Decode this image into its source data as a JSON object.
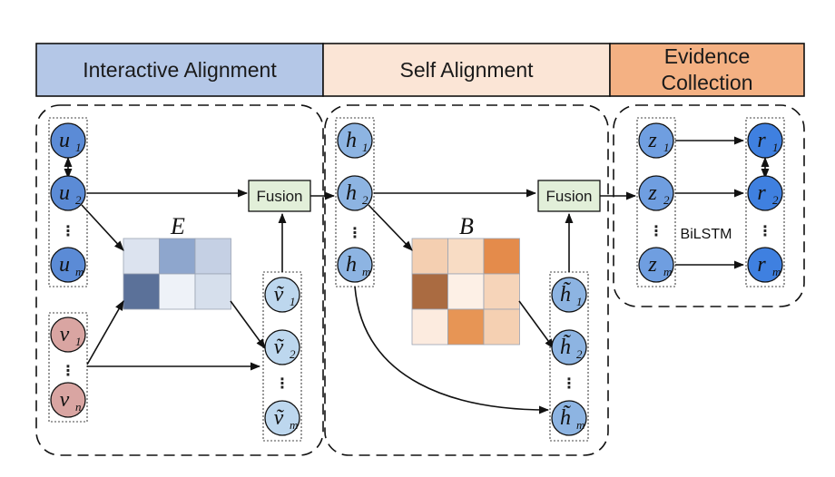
{
  "headers": {
    "interactive": "Interactive Alignment",
    "self": "Self Alignment",
    "evidence_line1": "Evidence",
    "evidence_line2": "Collection"
  },
  "labels": {
    "fusion": "Fusion",
    "matrix_e": "E",
    "matrix_b": "B",
    "bilstm": "BiLSTM",
    "ellipsis": "⋮"
  },
  "nodes": {
    "u1": {
      "base": "u",
      "sub": "1"
    },
    "u2": {
      "base": "u",
      "sub": "2"
    },
    "um": {
      "base": "u",
      "sub": "m"
    },
    "v1": {
      "base": "v",
      "sub": "1"
    },
    "vn": {
      "base": "v",
      "sub": "n"
    },
    "vt1": {
      "base": "ṽ",
      "sub": "1"
    },
    "vt2": {
      "base": "ṽ",
      "sub": "2"
    },
    "vtm": {
      "base": "ṽ",
      "sub": "m"
    },
    "h1": {
      "base": "h",
      "sub": "1"
    },
    "h2": {
      "base": "h",
      "sub": "2"
    },
    "hm": {
      "base": "h",
      "sub": "m"
    },
    "ht1": {
      "base": "h̃",
      "sub": "1"
    },
    "ht2": {
      "base": "h̃",
      "sub": "2"
    },
    "htm": {
      "base": "h̃",
      "sub": "m"
    },
    "z1": {
      "base": "z",
      "sub": "1"
    },
    "z2": {
      "base": "z",
      "sub": "2"
    },
    "zm": {
      "base": "z",
      "sub": "m"
    },
    "r1": {
      "base": "r",
      "sub": "1"
    },
    "r2": {
      "base": "r",
      "sub": "2"
    },
    "rm": {
      "base": "r",
      "sub": "m"
    }
  },
  "colors": {
    "interactive_header": "#b4c7e7",
    "self_header": "#fbe5d6",
    "evidence_header": "#f4b183",
    "fusion_box": "#e2efd9",
    "u_node": "#5b8bd6",
    "v_node": "#d9a5a2",
    "vt_node": "#bdd7ee",
    "h_node": "#8db4e2",
    "ht_node": "#8db4e2",
    "z_node": "#6f9ee0",
    "r_node": "#3f80e0",
    "matrix_e": [
      "#dce3ef",
      "#8ea6cd",
      "#c5d0e4",
      "#5b7199",
      "#eef2f8",
      "#d6dfec"
    ],
    "matrix_b": [
      "#f4cfb1",
      "#f8dcc4",
      "#e48b4b",
      "#aa6b41",
      "#fdf0e6",
      "#f6d4b9",
      "#fcebdf",
      "#e79555",
      "#f5d0b2"
    ]
  }
}
